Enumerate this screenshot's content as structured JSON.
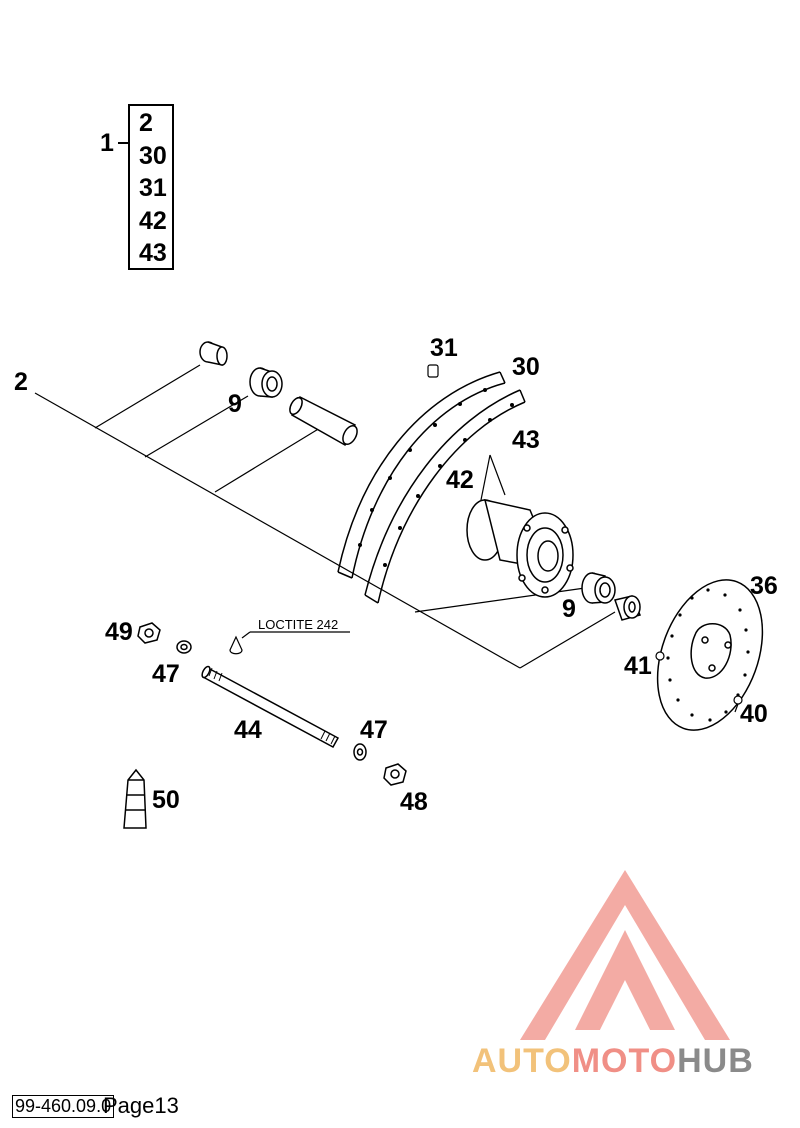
{
  "kit": {
    "number": "1",
    "items": [
      "2",
      "30",
      "31",
      "42",
      "43"
    ]
  },
  "callouts": {
    "c2": "2",
    "c9a": "9",
    "c31": "31",
    "c30": "30",
    "c43": "43",
    "c42": "42",
    "c9b": "9",
    "c36": "36",
    "c41": "41",
    "c40": "40",
    "c49": "49",
    "c47a": "47",
    "c44": "44",
    "c47b": "47",
    "c48": "48",
    "c50": "50"
  },
  "note": {
    "loctite": "LOCTITE 242"
  },
  "footer": {
    "code": "99-460.09.0",
    "page": "Page13"
  },
  "watermark": {
    "part1": "AUTO",
    "part2": "MOTO",
    "part3": "HUB",
    "colors": {
      "gold": "#f2c27a",
      "salmon": "#f08f86",
      "grey": "#8a8a8a"
    }
  }
}
